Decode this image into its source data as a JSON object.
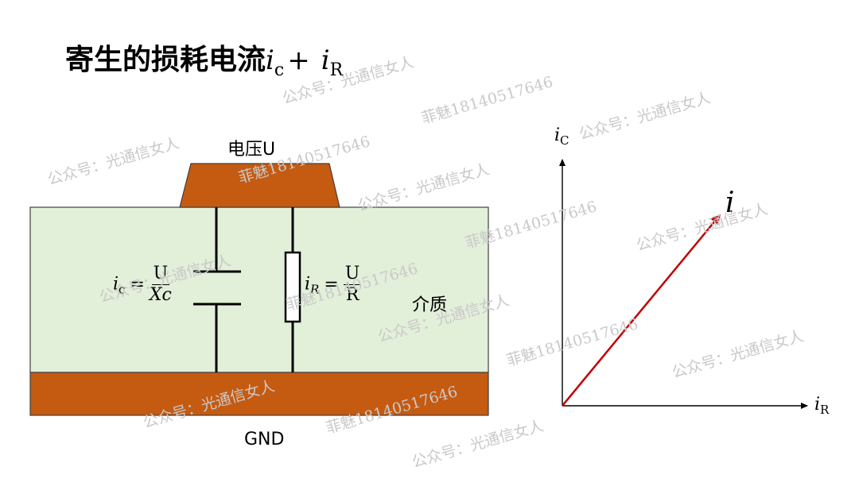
{
  "title": {
    "text": "寄生的损耗电流",
    "sym_i": "i",
    "sub_c": "c",
    "plus": "+",
    "sub_R": "R"
  },
  "circuit": {
    "voltage_label": "电压U",
    "gnd_label": "GND",
    "medium_label": "介质",
    "ic_eq": {
      "sym": "i",
      "sub": "c",
      "num": "U",
      "den": "Xc"
    },
    "ir_eq": {
      "sym": "i",
      "sub": "R",
      "num": "U",
      "den": "R"
    }
  },
  "vector": {
    "y_sym": "i",
    "y_sub": "C",
    "x_sym": "i",
    "x_sub": "R",
    "vec_sym": "i"
  },
  "watermarks": {
    "a": "公众号：光通信女人",
    "b": "菲魅18140517646"
  },
  "colors": {
    "copper": "#c55a11",
    "dielectric": "#e2efd9",
    "vector": "#c00000"
  }
}
